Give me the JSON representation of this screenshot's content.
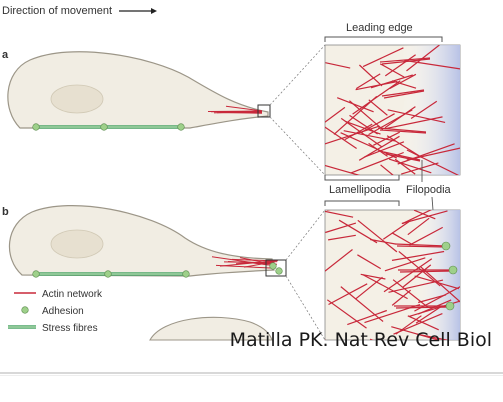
{
  "labels": {
    "direction": "Direction of movement",
    "leading_edge": "Leading edge",
    "lamellipodia": "Lamellipodia",
    "filopodia": "Filopodia",
    "panel_a": "a",
    "panel_b": "b"
  },
  "legend": [
    {
      "label": "Actin network",
      "symbol": "red-line"
    },
    {
      "label": "Adhesion",
      "symbol": "green-dot"
    },
    {
      "label": "Stress fibres",
      "symbol": "green-double-line"
    }
  ],
  "caption": "Matilla PK. Nat Rev Cell Biol",
  "colors": {
    "cell_fill": "#f1ede3",
    "cell_stroke": "#9c9688",
    "nucleus": "#e7e0d0",
    "actin": "#c8283a",
    "adhesion": "#9ed08a",
    "stress_fibre": "#4fa66a",
    "zoom_edge": "#b8c2e6"
  }
}
